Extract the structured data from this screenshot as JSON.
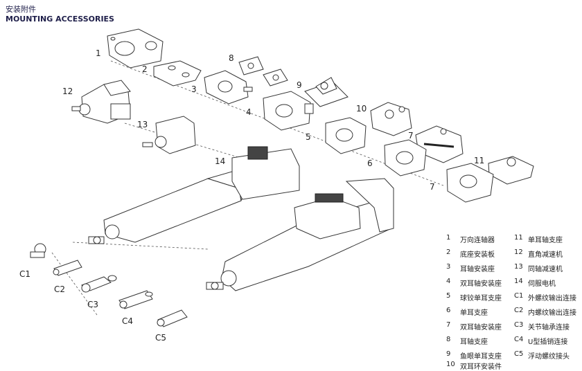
{
  "header": {
    "title_cn": "安装附件",
    "title_en": "MOUNTING ACCESSORIES"
  },
  "callouts": [
    "1",
    "2",
    "3",
    "4",
    "5",
    "6",
    "7",
    "7",
    "8",
    "9",
    "10",
    "11",
    "12",
    "13",
    "14",
    "C1",
    "C2",
    "C3",
    "C4",
    "C5"
  ],
  "legend": {
    "left": [
      {
        "num": "1",
        "text": "万向连轴器"
      },
      {
        "num": "2",
        "text": "底座安装板"
      },
      {
        "num": "3",
        "text": "耳轴安装座"
      },
      {
        "num": "4",
        "text": "双耳轴安装座"
      },
      {
        "num": "5",
        "text": "球铰单耳支座"
      },
      {
        "num": "6",
        "text": "单耳支座"
      },
      {
        "num": "7",
        "text": "双耳轴安装座"
      },
      {
        "num": "8",
        "text": "耳轴支座"
      },
      {
        "num": "9",
        "text": "鱼眼单耳支座"
      },
      {
        "num": "10",
        "text": "双耳环安装件"
      }
    ],
    "right": [
      {
        "num": "11",
        "text": "单耳轴支座"
      },
      {
        "num": "12",
        "text": "直角减速机"
      },
      {
        "num": "13",
        "text": "同轴减速机"
      },
      {
        "num": "14",
        "text": "伺服电机"
      },
      {
        "num": "C1",
        "text": "外螺纹输出连接"
      },
      {
        "num": "C2",
        "text": "内螺纹输出连接"
      },
      {
        "num": "C3",
        "text": "关节轴承连接"
      },
      {
        "num": "C4",
        "text": "U型插销连接"
      },
      {
        "num": "C5",
        "text": "浮动螺纹接头"
      }
    ]
  }
}
